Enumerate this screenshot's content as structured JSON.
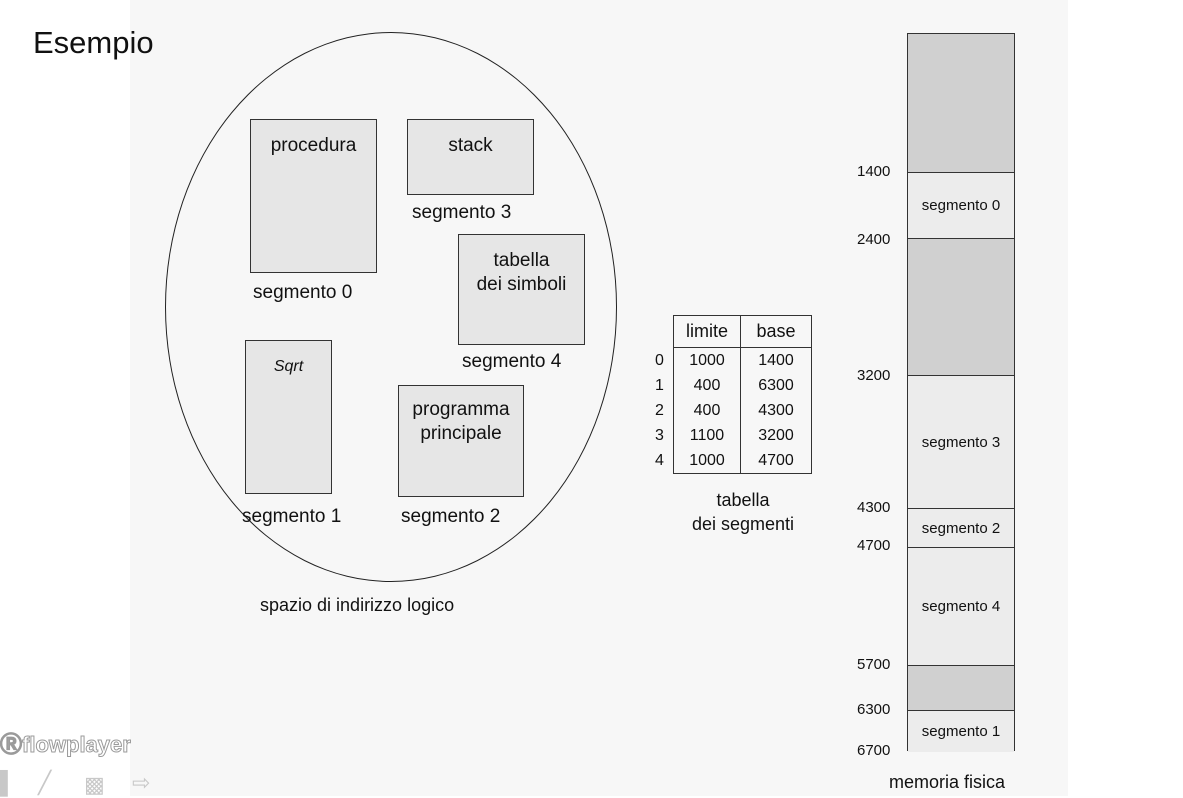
{
  "slide": {
    "title": "Esempio"
  },
  "logical_space": {
    "caption": "spazio di indirizzo logico",
    "segments": [
      {
        "id": 0,
        "content_lines": [
          "procedura"
        ],
        "label": "segmento 0"
      },
      {
        "id": 3,
        "content_lines": [
          "stack"
        ],
        "label": "segmento 3"
      },
      {
        "id": 4,
        "content_lines": [
          "tabella",
          "dei simboli"
        ],
        "label": "segmento 4"
      },
      {
        "id": 1,
        "content_lines": [
          "Sqrt"
        ],
        "label": "segmento 1"
      },
      {
        "id": 2,
        "content_lines": [
          "programma",
          "principale"
        ],
        "label": "segmento 2"
      }
    ]
  },
  "segment_table": {
    "headers": [
      "limite",
      "base"
    ],
    "rows": [
      {
        "index": "0",
        "limite": "1000",
        "base": "1400"
      },
      {
        "index": "1",
        "limite": "400",
        "base": "6300"
      },
      {
        "index": "2",
        "limite": "400",
        "base": "4300"
      },
      {
        "index": "3",
        "limite": "1100",
        "base": "3200"
      },
      {
        "index": "4",
        "limite": "1000",
        "base": "4700"
      }
    ],
    "caption_lines": [
      "tabella",
      "dei segmenti"
    ]
  },
  "physical_memory": {
    "caption": "memoria fisica",
    "addresses": [
      "1400",
      "2400",
      "3200",
      "4300",
      "4700",
      "5700",
      "6300",
      "6700"
    ],
    "blocks": [
      {
        "label": "",
        "state": "free"
      },
      {
        "label": "segmento 0",
        "state": "used"
      },
      {
        "label": "",
        "state": "free"
      },
      {
        "label": "segmento 3",
        "state": "used"
      },
      {
        "label": "segmento 2",
        "state": "used"
      },
      {
        "label": "segmento 4",
        "state": "used"
      },
      {
        "label": "",
        "state": "free"
      },
      {
        "label": "segmento 1",
        "state": "used"
      }
    ],
    "colors": {
      "free": "#d0d0d0",
      "used": "#ececec"
    }
  },
  "player": {
    "watermark": "flowplayer"
  }
}
